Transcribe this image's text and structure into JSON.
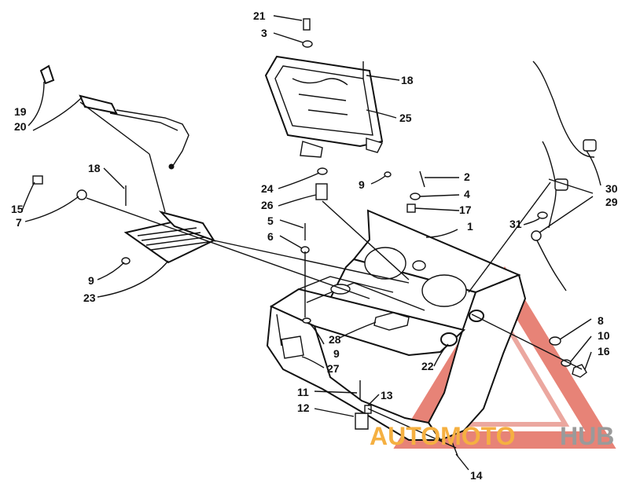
{
  "watermark": {
    "word1": "AUTOMOTO",
    "word2": "HUB"
  },
  "callouts": {
    "c1": "1",
    "c2": "2",
    "c3": "3",
    "c4": "4",
    "c5": "5",
    "c6": "6",
    "c7": "7",
    "c8": "8",
    "c9a": "9",
    "c9b": "9",
    "c9c": "9",
    "c10": "10",
    "c11": "11",
    "c12": "12",
    "c13": "13",
    "c14": "14",
    "c15": "15",
    "c16": "16",
    "c17": "17",
    "c18a": "18",
    "c18b": "18",
    "c19": "19",
    "c20": "20",
    "c21": "21",
    "c22": "22",
    "c23": "23",
    "c24": "24",
    "c25": "25",
    "c26": "26",
    "c27": "27",
    "c28": "28",
    "c29": "29",
    "c30": "30",
    "c31": "31"
  }
}
